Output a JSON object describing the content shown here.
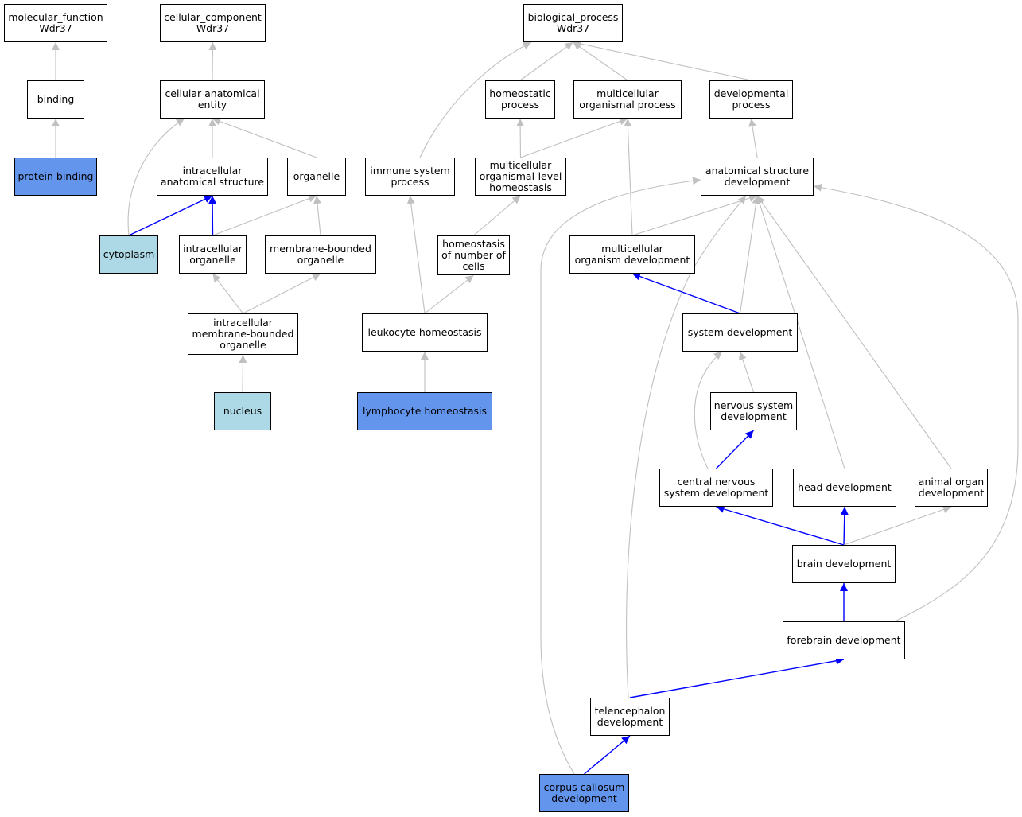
{
  "colors": {
    "direct_annotation": "#6495ed",
    "inferred_annotation": "#add8e6",
    "default_node": "#ffffff",
    "is_a_edge": "#c0c0c0",
    "part_of_edge": "#0000ff"
  },
  "nodes": [
    {
      "id": "mf",
      "label": "molecular_function\nWdr37",
      "style": "white"
    },
    {
      "id": "cc",
      "label": "cellular_component\nWdr37",
      "style": "white"
    },
    {
      "id": "bp",
      "label": "biological_process\nWdr37",
      "style": "white"
    },
    {
      "id": "binding",
      "label": "binding",
      "style": "white"
    },
    {
      "id": "protein_binding",
      "label": "protein binding",
      "style": "blue"
    },
    {
      "id": "cae",
      "label": "cellular anatomical\nentity",
      "style": "white"
    },
    {
      "id": "ias",
      "label": "intracellular\nanatomical structure",
      "style": "white"
    },
    {
      "id": "organelle",
      "label": "organelle",
      "style": "white"
    },
    {
      "id": "cytoplasm",
      "label": "cytoplasm",
      "style": "light"
    },
    {
      "id": "io",
      "label": "intracellular\norganelle",
      "style": "white"
    },
    {
      "id": "mbo",
      "label": "membrane-bounded\norganelle",
      "style": "white"
    },
    {
      "id": "imbo",
      "label": "intracellular\nmembrane-bounded\norganelle",
      "style": "white"
    },
    {
      "id": "nucleus",
      "label": "nucleus",
      "style": "light"
    },
    {
      "id": "hp",
      "label": "homeostatic\nprocess",
      "style": "white"
    },
    {
      "id": "mop",
      "label": "multicellular\norganismal process",
      "style": "white"
    },
    {
      "id": "dp",
      "label": "developmental\nprocess",
      "style": "white"
    },
    {
      "id": "isp",
      "label": "immune system\nprocess",
      "style": "white"
    },
    {
      "id": "molh",
      "label": "multicellular\norganismal-level\nhomeostasis",
      "style": "white"
    },
    {
      "id": "asd",
      "label": "anatomical structure\ndevelopment",
      "style": "white"
    },
    {
      "id": "hnc",
      "label": "homeostasis\nof number of\ncells",
      "style": "white"
    },
    {
      "id": "mod",
      "label": "multicellular\norganism development",
      "style": "white"
    },
    {
      "id": "lh",
      "label": "leukocyte homeostasis",
      "style": "white"
    },
    {
      "id": "sd",
      "label": "system development",
      "style": "white"
    },
    {
      "id": "lyh",
      "label": "lymphocyte homeostasis",
      "style": "blue"
    },
    {
      "id": "nsd",
      "label": "nervous system\ndevelopment",
      "style": "white"
    },
    {
      "id": "cnsd",
      "label": "central nervous\nsystem development",
      "style": "white"
    },
    {
      "id": "hd",
      "label": "head development",
      "style": "white"
    },
    {
      "id": "aod",
      "label": "animal organ\ndevelopment",
      "style": "white"
    },
    {
      "id": "bd",
      "label": "brain development",
      "style": "white"
    },
    {
      "id": "fd",
      "label": "forebrain development",
      "style": "white"
    },
    {
      "id": "td",
      "label": "telencephalon\ndevelopment",
      "style": "white"
    },
    {
      "id": "ccd",
      "label": "corpus callosum\ndevelopment",
      "style": "blue"
    }
  ],
  "edges": [
    {
      "from": "binding",
      "to": "mf",
      "type": "is_a"
    },
    {
      "from": "protein_binding",
      "to": "binding",
      "type": "is_a"
    },
    {
      "from": "cae",
      "to": "cc",
      "type": "is_a"
    },
    {
      "from": "ias",
      "to": "cae",
      "type": "is_a"
    },
    {
      "from": "organelle",
      "to": "cae",
      "type": "is_a"
    },
    {
      "from": "cytoplasm",
      "to": "cae",
      "type": "is_a"
    },
    {
      "from": "cytoplasm",
      "to": "ias",
      "type": "part_of"
    },
    {
      "from": "io",
      "to": "ias",
      "type": "part_of"
    },
    {
      "from": "io",
      "to": "organelle",
      "type": "is_a"
    },
    {
      "from": "mbo",
      "to": "organelle",
      "type": "is_a"
    },
    {
      "from": "imbo",
      "to": "io",
      "type": "is_a"
    },
    {
      "from": "imbo",
      "to": "mbo",
      "type": "is_a"
    },
    {
      "from": "nucleus",
      "to": "imbo",
      "type": "is_a"
    },
    {
      "from": "isp",
      "to": "bp",
      "type": "is_a"
    },
    {
      "from": "hp",
      "to": "bp",
      "type": "is_a"
    },
    {
      "from": "mop",
      "to": "bp",
      "type": "is_a"
    },
    {
      "from": "dp",
      "to": "bp",
      "type": "is_a"
    },
    {
      "from": "molh",
      "to": "hp",
      "type": "is_a"
    },
    {
      "from": "molh",
      "to": "mop",
      "type": "is_a"
    },
    {
      "from": "hnc",
      "to": "molh",
      "type": "is_a"
    },
    {
      "from": "lh",
      "to": "isp",
      "type": "is_a"
    },
    {
      "from": "lh",
      "to": "hnc",
      "type": "is_a"
    },
    {
      "from": "lyh",
      "to": "lh",
      "type": "is_a"
    },
    {
      "from": "asd",
      "to": "dp",
      "type": "is_a"
    },
    {
      "from": "mod",
      "to": "mop",
      "type": "is_a"
    },
    {
      "from": "mod",
      "to": "asd",
      "type": "is_a"
    },
    {
      "from": "sd",
      "to": "asd",
      "type": "is_a"
    },
    {
      "from": "sd",
      "to": "mod",
      "type": "part_of"
    },
    {
      "from": "nsd",
      "to": "sd",
      "type": "is_a"
    },
    {
      "from": "cnsd",
      "to": "sd",
      "type": "is_a"
    },
    {
      "from": "cnsd",
      "to": "nsd",
      "type": "part_of"
    },
    {
      "from": "hd",
      "to": "asd",
      "type": "is_a"
    },
    {
      "from": "aod",
      "to": "asd",
      "type": "is_a"
    },
    {
      "from": "bd",
      "to": "cnsd",
      "type": "part_of"
    },
    {
      "from": "bd",
      "to": "hd",
      "type": "part_of"
    },
    {
      "from": "bd",
      "to": "aod",
      "type": "is_a"
    },
    {
      "from": "fd",
      "to": "bd",
      "type": "part_of"
    },
    {
      "from": "fd",
      "to": "asd",
      "type": "is_a"
    },
    {
      "from": "td",
      "to": "fd",
      "type": "part_of"
    },
    {
      "from": "td",
      "to": "asd",
      "type": "is_a"
    },
    {
      "from": "ccd",
      "to": "td",
      "type": "part_of"
    },
    {
      "from": "ccd",
      "to": "asd",
      "type": "is_a"
    }
  ]
}
